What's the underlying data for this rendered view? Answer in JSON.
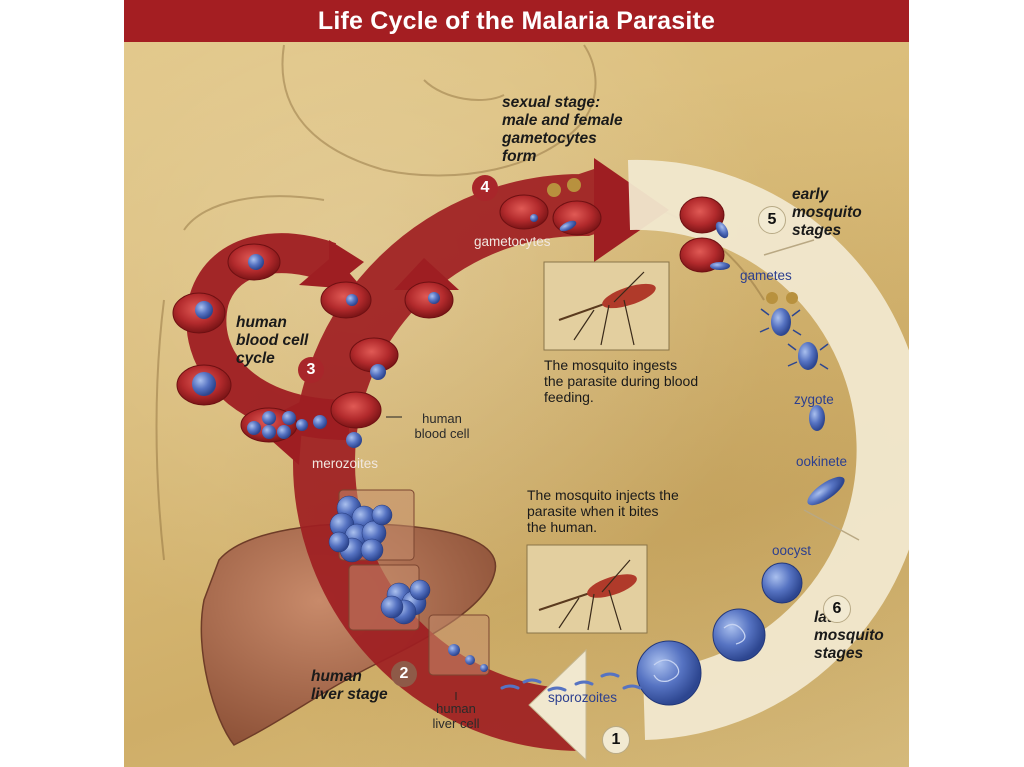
{
  "title": "Life Cycle of the Malaria Parasite",
  "stages": [
    {
      "number": "1",
      "label": ""
    },
    {
      "number": "2",
      "label": "human\nliver stage"
    },
    {
      "number": "3",
      "label": "human\nblood cell\ncycle"
    },
    {
      "number": "4",
      "label": "sexual stage:\nmale and female\ngametocytes\nform"
    },
    {
      "number": "5",
      "label": "early\nmosquito\nstages"
    },
    {
      "number": "6",
      "label": "late\nmosquito\nstages"
    }
  ],
  "labels": {
    "gametocytes": "gametocytes",
    "merozoites": "merozoites",
    "sporozoites": "sporozoites",
    "gametes": "gametes",
    "zygote": "zygote",
    "ookinete": "ookinete",
    "oocyst": "oocyst",
    "human_blood_cell": "human\nblood cell",
    "human_liver_cell": "human\nliver cell"
  },
  "notes": {
    "ingests": "The mosquito ingests\nthe parasite during blood\nfeeding.",
    "injects": "The mosquito injects the\nparasite when it bites\nthe human."
  },
  "colors": {
    "title_bar": "#a41e22",
    "red_arrow": "#9e1e22",
    "mosquito_arc": "#f1e8cf",
    "parasite": "#4d6bbd"
  }
}
